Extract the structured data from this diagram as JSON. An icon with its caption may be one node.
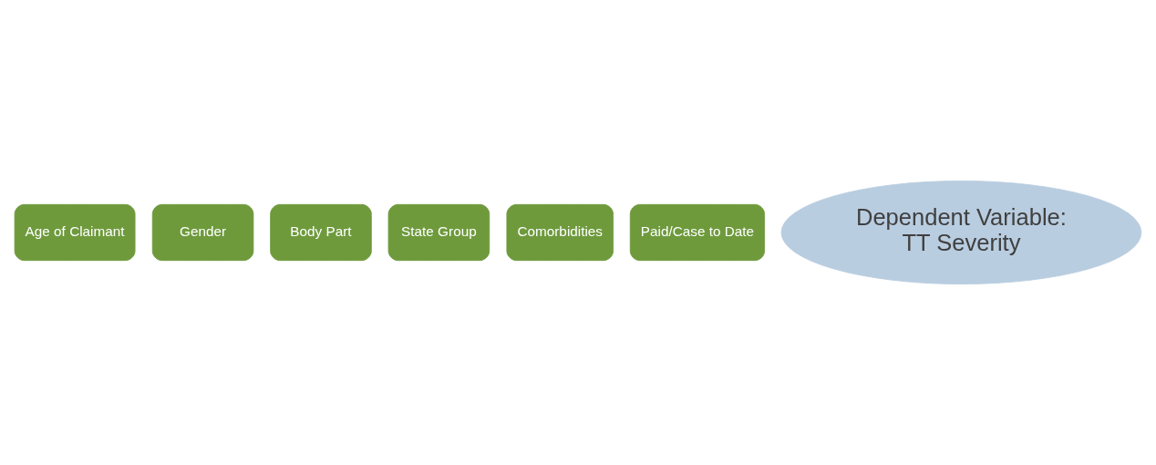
{
  "diagram": {
    "nodes": [
      {
        "text": [
          "Age of Claimant"
        ]
      },
      {
        "text": [
          "Gender"
        ]
      },
      {
        "text": [
          "Body Part"
        ]
      },
      {
        "text": [
          "State Group"
        ]
      },
      {
        "text": [
          "Comorbidities"
        ]
      },
      {
        "text": [
          "Paid/Case to Date"
        ]
      },
      {
        "text": [
          "Dependent Variable:",
          "TT Severity"
        ]
      }
    ],
    "edges": []
  }
}
